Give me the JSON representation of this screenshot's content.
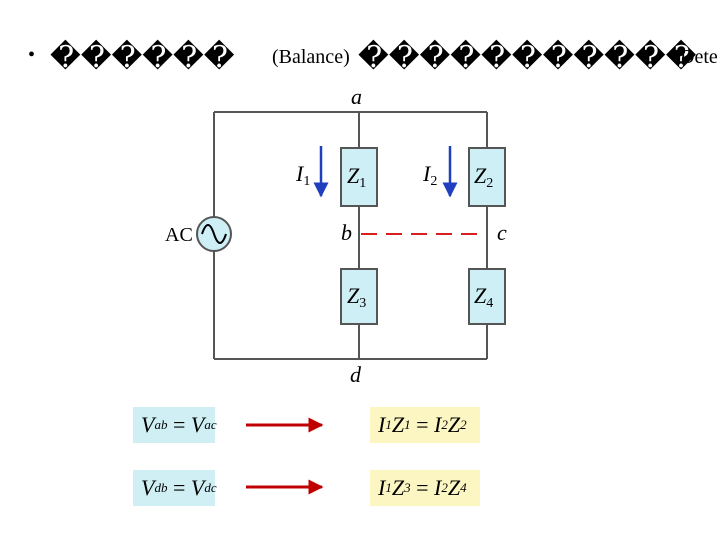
{
  "title": {
    "bullet": "•",
    "glyphs_left": "������",
    "balance": "(Balance)",
    "glyphs_right": "�����������",
    "tail": "Dete"
  },
  "circuit": {
    "source_label": "AC",
    "nodes": {
      "a": "a",
      "b": "b",
      "c": "c",
      "d": "d"
    },
    "impedances": [
      {
        "sym": "Z",
        "sub": "1"
      },
      {
        "sym": "Z",
        "sub": "2"
      },
      {
        "sym": "Z",
        "sub": "3"
      },
      {
        "sym": "Z",
        "sub": "4"
      }
    ],
    "currents": [
      {
        "sym": "I",
        "sub": "1"
      },
      {
        "sym": "I",
        "sub": "2"
      }
    ]
  },
  "equations": [
    {
      "left": {
        "a": "V",
        "a_sub": "ab",
        "eq": "=",
        "b": "V",
        "b_sub": "ac"
      },
      "right": {
        "t1": "I",
        "t1s": "1",
        "t2": "Z",
        "t2s": "1",
        "eq": "=",
        "t3": "I",
        "t3s": "2",
        "t4": "Z",
        "t4s": "2"
      }
    },
    {
      "left": {
        "a": "V",
        "a_sub": "db",
        "eq": "=",
        "b": "V",
        "b_sub": "dc"
      },
      "right": {
        "t1": "I",
        "t1s": "1",
        "t2": "Z",
        "t2s": "3",
        "eq": "=",
        "t3": "I",
        "t3s": "2",
        "t4": "Z",
        "t4s": "4"
      }
    }
  ],
  "colors": {
    "wire": "#555555",
    "impedance_fill": "#cdeff5",
    "current_arrow": "#1f3fbf",
    "balance_line": "#d62020",
    "implies_arrow": "#c00000",
    "eq_left_bg": "#cfeff5",
    "eq_right_bg": "#fbf6c2"
  }
}
